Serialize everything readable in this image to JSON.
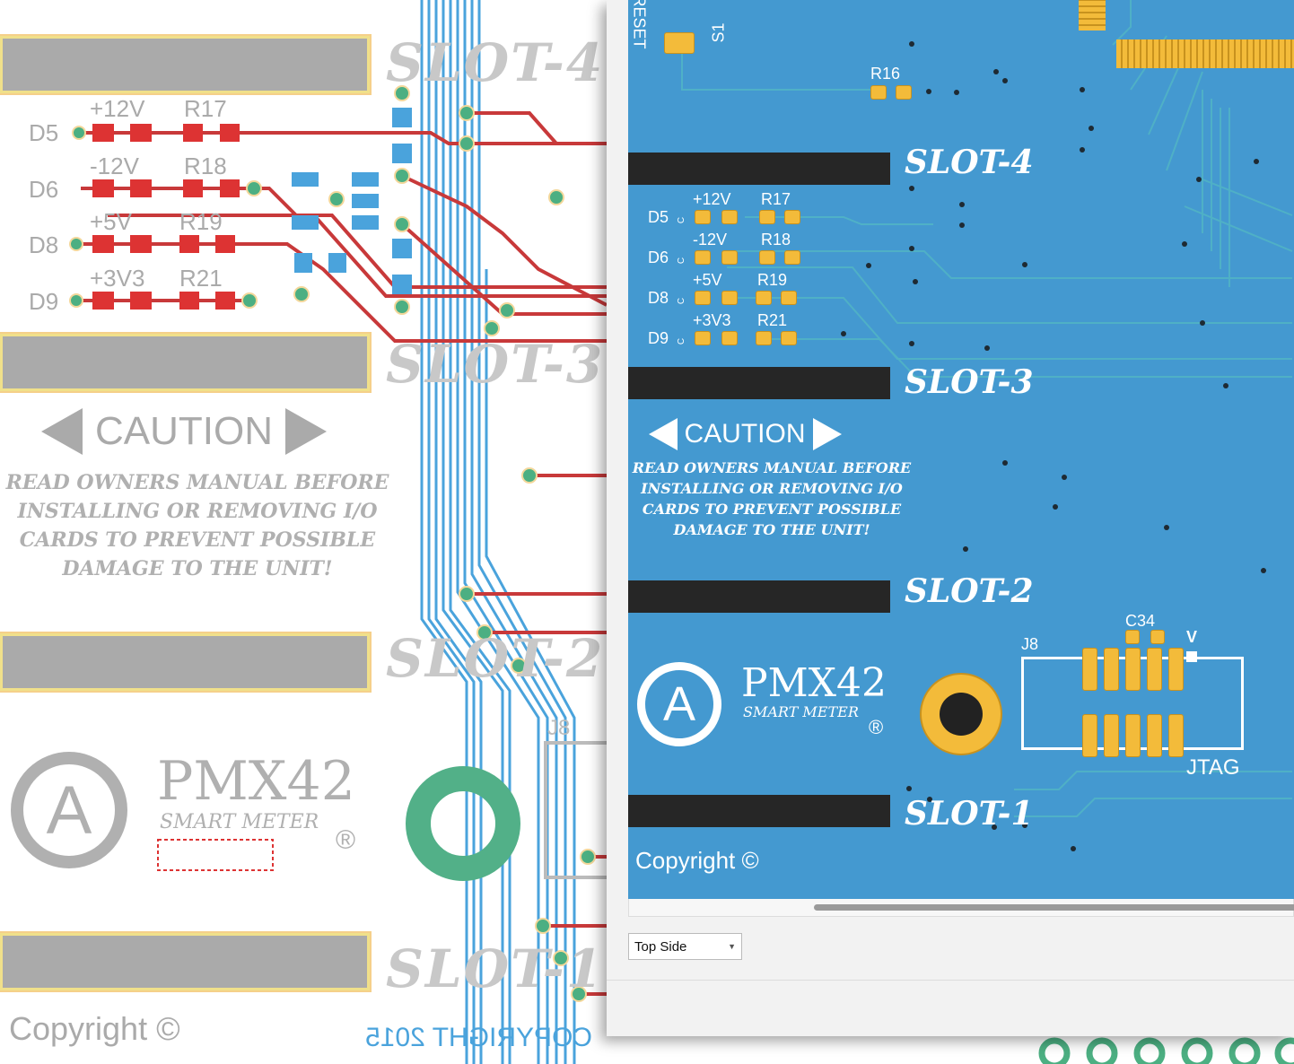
{
  "background_board": {
    "slots": [
      "SLOT-4",
      "SLOT-3",
      "SLOT-2",
      "SLOT-1"
    ],
    "leds": [
      {
        "ref": "D5",
        "voltage": "+12V",
        "resistor": "R17"
      },
      {
        "ref": "D6",
        "voltage": "-12V",
        "resistor": "R18"
      },
      {
        "ref": "D8",
        "voltage": "+5V",
        "resistor": "R19"
      },
      {
        "ref": "D9",
        "voltage": "+3V3",
        "resistor": "R21"
      }
    ],
    "caution_title": "CAUTION",
    "caution_lines": [
      "READ OWNERS MANUAL BEFORE",
      "INSTALLING OR REMOVING I/O",
      "CARDS TO PREVENT POSSIBLE",
      "DAMAGE TO THE UNIT!"
    ],
    "logo_letter": "A",
    "product": "PMX42",
    "subtitle": "SMART METER",
    "registered": "®",
    "connector": "J8",
    "copyright": "Copyright ©",
    "mirrored_copyright": "COPYRIGHT 2015"
  },
  "preview_window": {
    "board": {
      "reset_label": "RESET",
      "switch_label": "S1",
      "r16": "R16",
      "slots": [
        "SLOT-4",
        "SLOT-3",
        "SLOT-2",
        "SLOT-1"
      ],
      "leds": [
        {
          "ref": "D5",
          "voltage": "+12V",
          "resistor": "R17",
          "cathode": "C"
        },
        {
          "ref": "D6",
          "voltage": "-12V",
          "resistor": "R18",
          "cathode": "C"
        },
        {
          "ref": "D8",
          "voltage": "+5V",
          "resistor": "R19",
          "cathode": "C"
        },
        {
          "ref": "D9",
          "voltage": "+3V3",
          "resistor": "R21",
          "cathode": "C"
        }
      ],
      "caution_title": "CAUTION",
      "caution_lines": [
        "READ OWNERS MANUAL BEFORE",
        "INSTALLING OR REMOVING I/O",
        "CARDS TO PREVENT POSSIBLE",
        "DAMAGE TO THE UNIT!"
      ],
      "logo_letter": "A",
      "product": "PMX42",
      "subtitle": "SMART METER",
      "registered": "®",
      "j8": "J8",
      "c34": "C34",
      "pin1": "V",
      "jtag": "JTAG",
      "copyright": "Copyright ©"
    },
    "side_select": {
      "value": "Top Side"
    }
  },
  "colors": {
    "board_blue": "#4499d0",
    "pad_gold": "#f3bb3a",
    "trace_red": "#c8393a",
    "trace_blue": "#4aa3dc",
    "via_green": "#4caf82"
  }
}
